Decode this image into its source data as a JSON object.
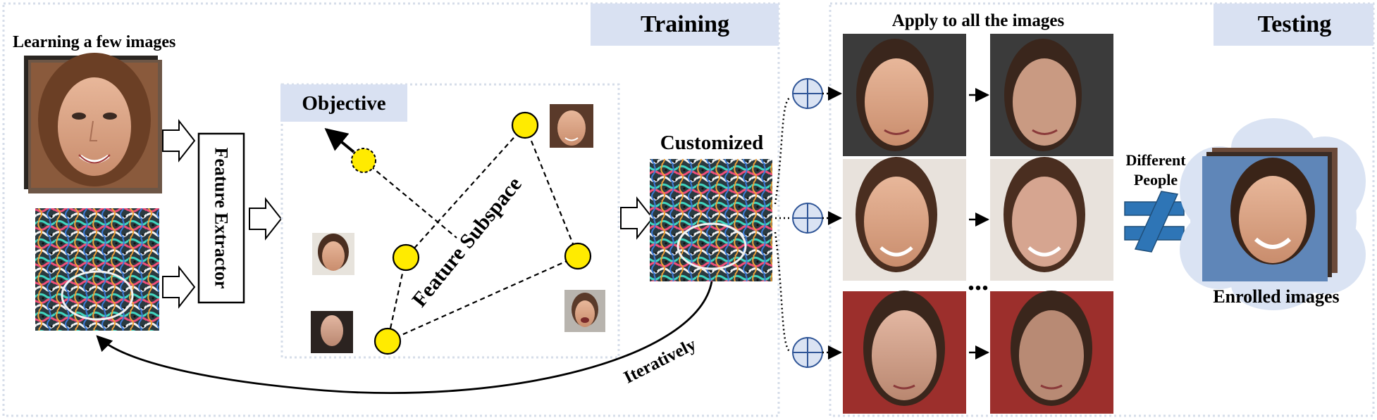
{
  "training": {
    "section_title": "Training",
    "learning_label": "Learning a few images",
    "feature_extractor_label": "Feature Extractor",
    "objective_label": "Objective",
    "subspace_label": "Feature Subspace",
    "customized_label": "Customized",
    "iteratively_label": "Iteratively"
  },
  "testing": {
    "section_title": "Testing",
    "apply_label": "Apply to all the images",
    "ellipsis": "...",
    "different_people_line1": "Different",
    "different_people_line2": "People",
    "enrolled_label": "Enrolled images"
  },
  "colors": {
    "section_header_bg": "#d9e1f2",
    "dashed_border": "#d6dde9",
    "subspace_node": "#ffeb00",
    "plus_circle_fill": "#dae3f3",
    "plus_circle_stroke": "#2f5597",
    "not_equal_sign": "#2e75b6",
    "cloud": "#dae3f3"
  }
}
